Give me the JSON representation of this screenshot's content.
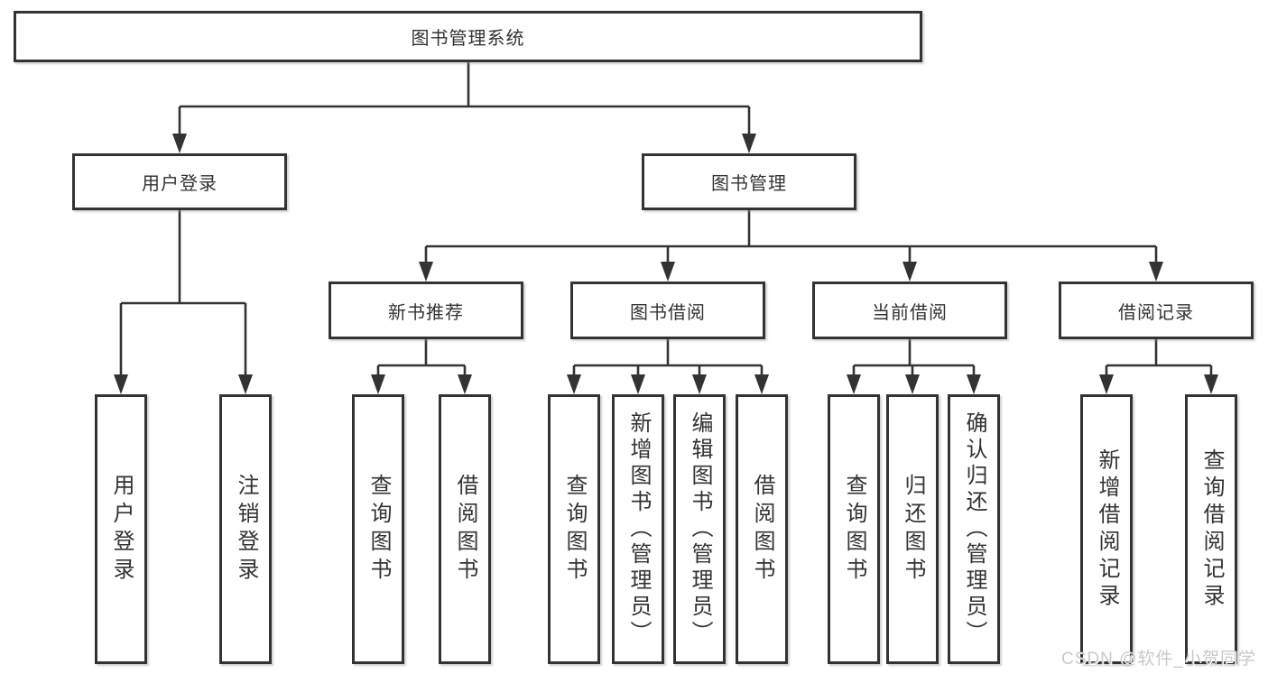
{
  "colors": {
    "line": "#333333",
    "box_border": "#333333",
    "box_fill": "#ffffff",
    "text": "#333333",
    "watermark": "#c9c9c9"
  },
  "tree": {
    "root": "图书管理系统",
    "branches": [
      {
        "label": "用户登录",
        "children": [
          "用户登录",
          "注销登录"
        ]
      },
      {
        "label": "图书管理",
        "sections": [
          {
            "label": "新书推荐",
            "children": [
              "查询图书",
              "借阅图书"
            ]
          },
          {
            "label": "图书借阅",
            "children": [
              "查询图书",
              "新增图书（管理员）",
              "编辑图书（管理员）",
              "借阅图书"
            ]
          },
          {
            "label": "当前借阅",
            "children": [
              "查询图书",
              "归还图书",
              "确认归还（管理员）"
            ]
          },
          {
            "label": "借阅记录",
            "children": [
              "新增借阅记录",
              "查询借阅记录"
            ]
          }
        ]
      }
    ]
  },
  "watermark": {
    "text": "CSDN @软件_小贺同学"
  }
}
